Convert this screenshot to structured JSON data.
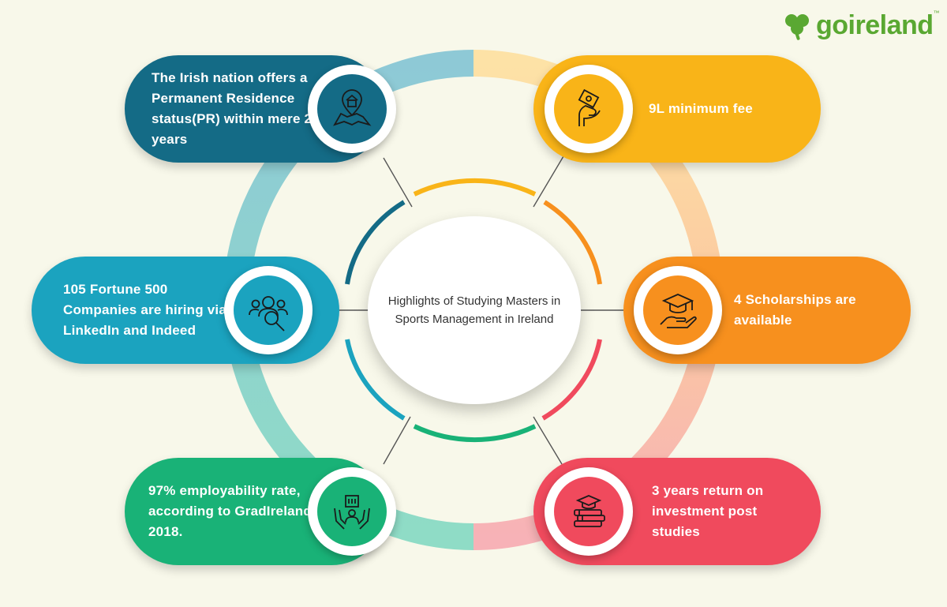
{
  "logo": {
    "text": "goireland",
    "trademark": "™",
    "color": "#5aa832",
    "icon": "shamrock-icon"
  },
  "center": {
    "text": "Highlights of Studying Masters in Sports Management in Ireland"
  },
  "highlights": [
    {
      "id": "pr",
      "text": "The Irish nation offers a Permanent Residence status(PR) within mere 2 years",
      "icon": "residence-map-icon",
      "color": "#146b86"
    },
    {
      "id": "fee",
      "text": "9L minimum fee",
      "icon": "hand-money-icon",
      "color": "#f9b418"
    },
    {
      "id": "companies",
      "text": "105 Fortune 500 Companies are hiring via LinkedIn and Indeed",
      "icon": "people-search-icon",
      "color": "#1ba3bf"
    },
    {
      "id": "scholarships",
      "text": "4 Scholarships are available",
      "icon": "graduation-hand-icon",
      "color": "#f7901e"
    },
    {
      "id": "employability",
      "text": "97% employability rate, according to GradIreland 2018.",
      "icon": "hands-building-icon",
      "color": "#19b277"
    },
    {
      "id": "roi",
      "text": "3 years return on investment post studies",
      "icon": "books-graduation-icon",
      "color": "#f04a5d"
    }
  ]
}
